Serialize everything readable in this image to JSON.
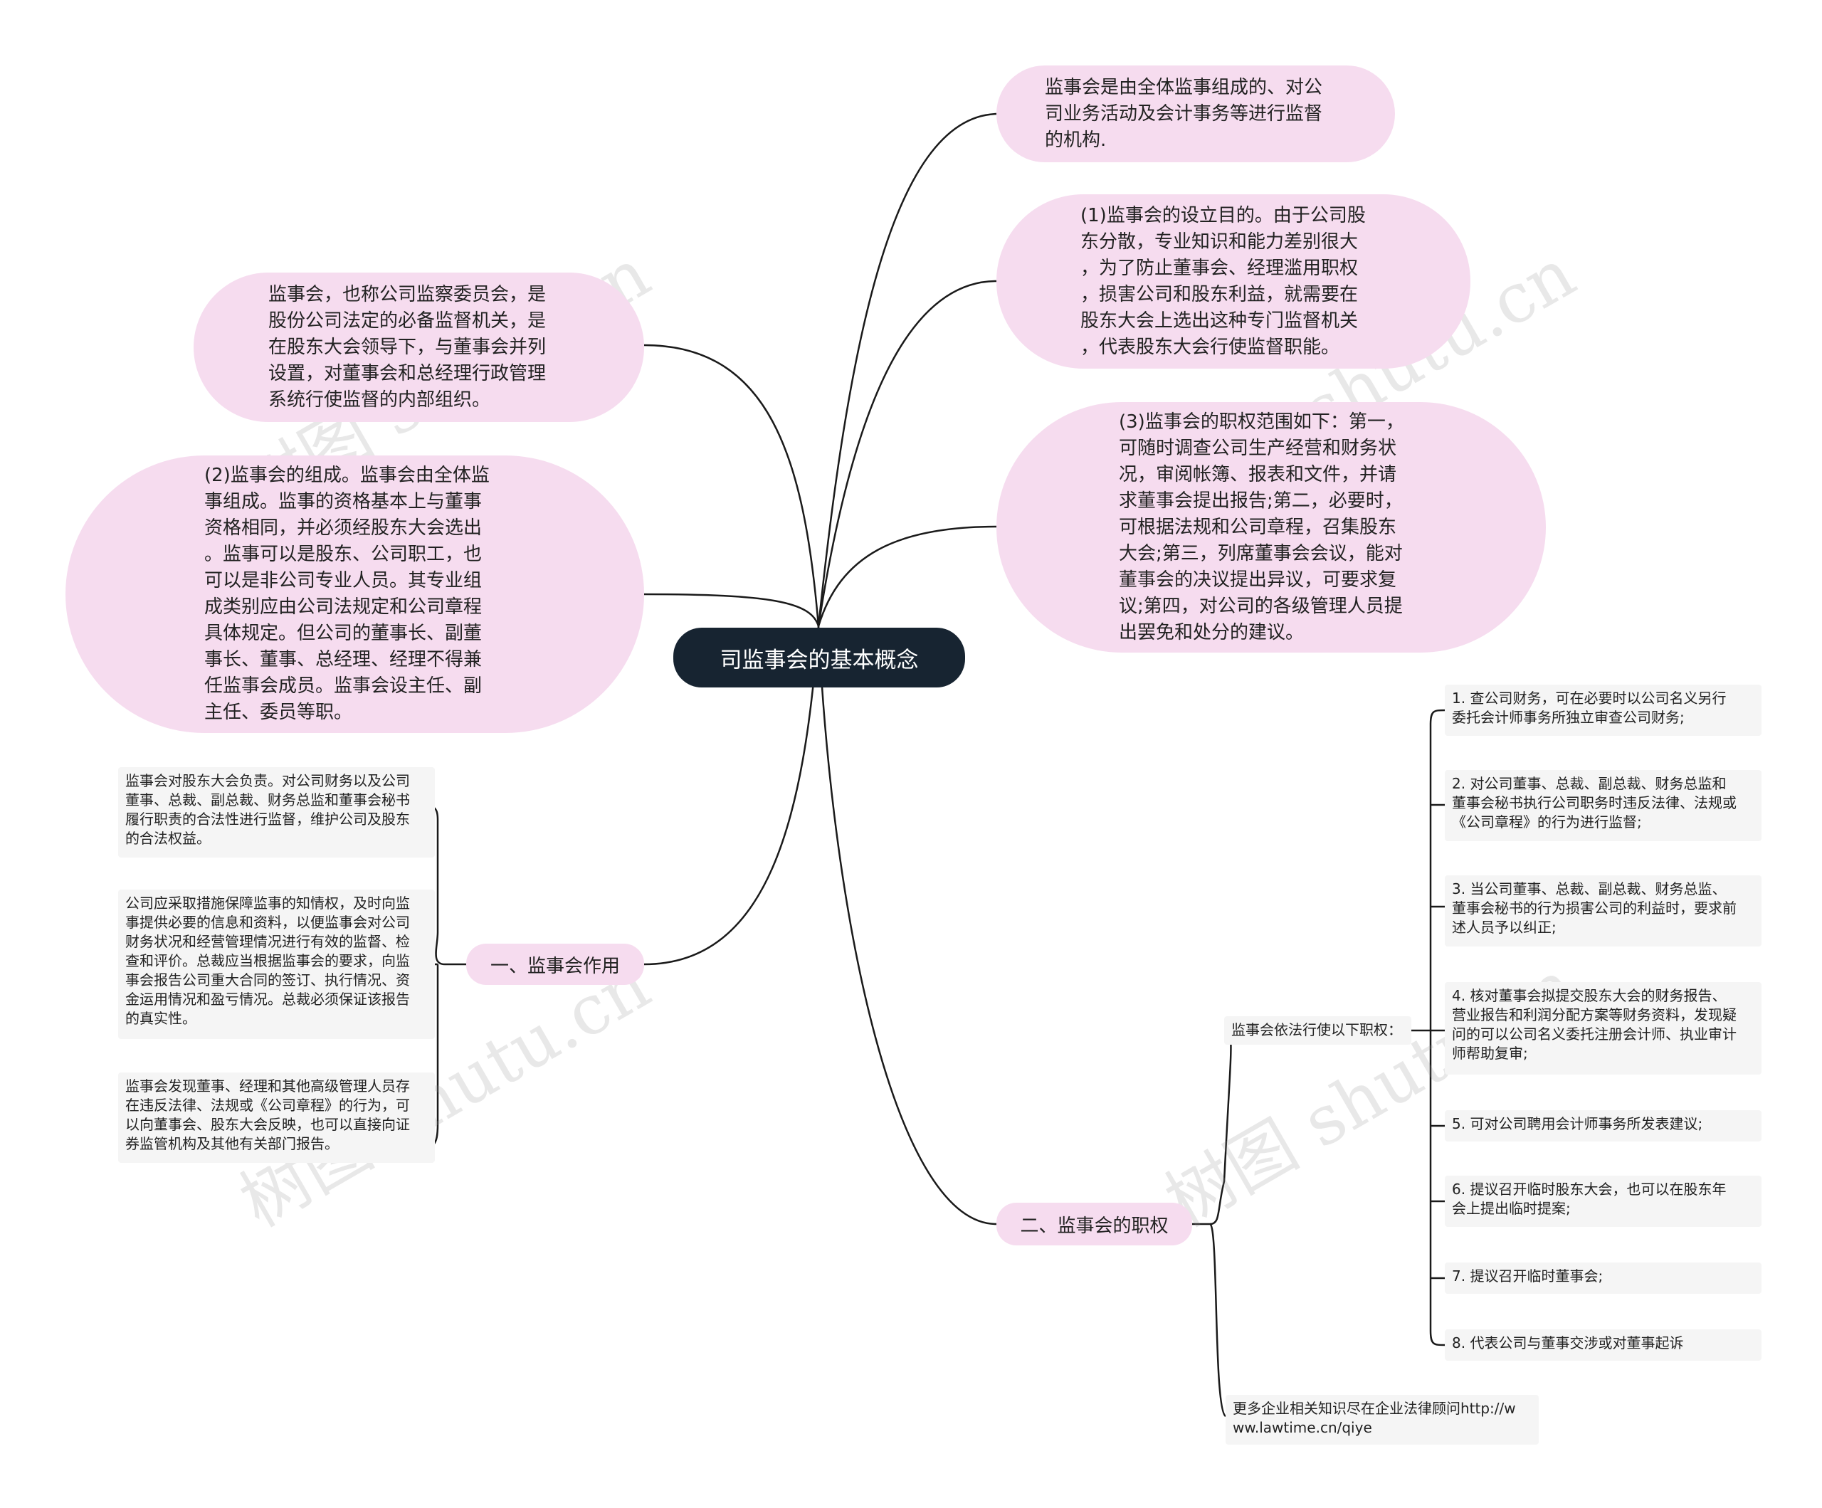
{
  "center": {
    "title": "司监事会的基本概念"
  },
  "bubbles": [
    {
      "text": "监事会是由全体监事组成的、对公\n司业务活动及会计事务等进行监督\n的机构."
    },
    {
      "text": "(1)监事会的设立目的。由于公司股\n东分散，专业知识和能力差别很大\n，为了防止董事会、经理滥用职权\n，损害公司和股东利益，就需要在\n股东大会上选出这种专门监督机关\n，代表股东大会行使监督职能。"
    },
    {
      "text": "(3)监事会的职权范围如下：第一，\n可随时调查公司生产经营和财务状\n况，审阅帐簿、报表和文件，并请\n求董事会提出报告;第二，必要时，\n可根据法规和公司章程，召集股东\n大会;第三，列席董事会会议，能对\n董事会的决议提出异议，可要求复\n议;第四，对公司的各级管理人员提\n出罢免和处分的建议。"
    },
    {
      "text": "监事会，也称公司监察委员会，是\n股份公司法定的必备监督机关，是\n在股东大会领导下，与董事会并列\n设置，对董事会和总经理行政管理\n系统行使监督的内部组织。"
    },
    {
      "text": "(2)监事会的组成。监事会由全体监\n事组成。监事的资格基本上与董事\n资格相同，并必须经股东大会选出\n。监事可以是股东、公司职工，也\n可以是非公司专业人员。其专业组\n成类别应由公司法规定和公司章程\n具体规定。但公司的董事长、副董\n事长、董事、总经理、经理不得兼\n任监事会成员。监事会设主任、副\n主任、委员等职。"
    }
  ],
  "branch_left": {
    "label": "一、监事会作用",
    "leaves": [
      "监事会对股东大会负责。对公司财务以及公司\n董事、总裁、副总裁、财务总监和董事会秘书\n履行职责的合法性进行监督，维护公司及股东\n的合法权益。",
      "公司应采取措施保障监事的知情权，及时向监\n事提供必要的信息和资料，以便监事会对公司\n财务状况和经营管理情况进行有效的监督、检\n查和评价。总裁应当根据监事会的要求，向监\n事会报告公司重大合同的签订、执行情况、资\n金运用情况和盈亏情况。总裁必须保证该报告\n的真实性。",
      "监事会发现董事、经理和其他高级管理人员存\n在违反法律、法规或《公司章程》的行为，可\n以向董事会、股东大会反映，也可以直接向证\n券监管机构及其他有关部门报告。"
    ]
  },
  "branch_right": {
    "label": "二、监事会的职权",
    "sub_label": "监事会依法行使以下职权：",
    "leaves": [
      "1. 查公司财务，可在必要时以公司名义另行\n委托会计师事务所独立审查公司财务;",
      "2. 对公司董事、总裁、副总裁、财务总监和\n董事会秘书执行公司职务时违反法律、法规或\n《公司章程》的行为进行监督;",
      "3. 当公司董事、总裁、副总裁、财务总监、\n董事会秘书的行为损害公司的利益时，要求前\n述人员予以纠正;",
      "4. 核对董事会拟提交股东大会的财务报告、\n营业报告和利润分配方案等财务资料，发现疑\n问的可以公司名义委托注册会计师、执业审计\n师帮助复审;",
      "5. 可对公司聘用会计师事务所发表建议;",
      "6. 提议召开临时股东大会，也可以在股东年\n会上提出临时提案;",
      "7. 提议召开临时董事会;",
      "8. 代表公司与董事交涉或对董事起诉"
    ],
    "footer": "更多企业相关知识尽在企业法律顾问http://w\nww.lawtime.cn/qiye"
  },
  "watermarks": [
    "树图 shutu.cn",
    "树图 shutu.cn",
    "树图 shutu.cn",
    "树图 shutu.cn"
  ],
  "colors": {
    "bubble": "#f6dcef",
    "center": "#172431",
    "leaf": "#f5f5f5",
    "line": "#1a1a1a"
  }
}
